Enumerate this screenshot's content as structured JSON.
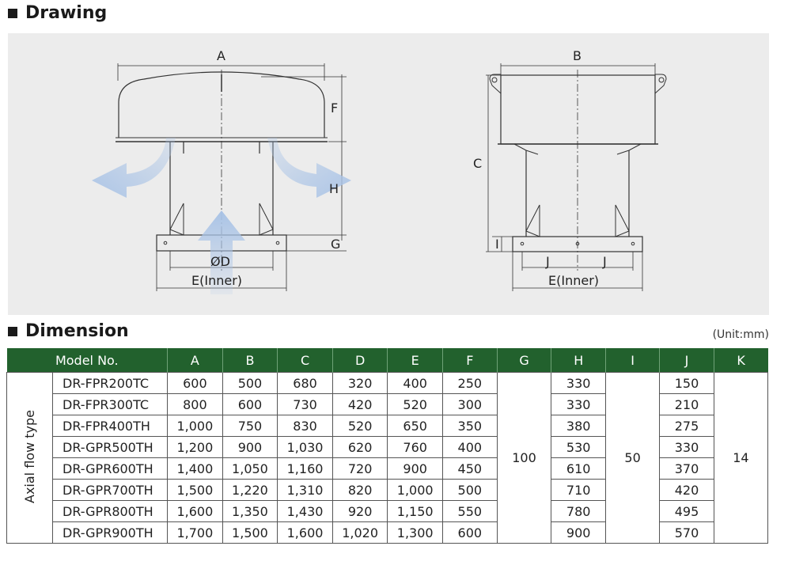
{
  "drawing": {
    "title": "Drawing",
    "labels": {
      "A": "A",
      "F": "F",
      "H": "H",
      "G": "G",
      "D": "ØD",
      "E1": "E(Inner)",
      "B": "B",
      "C": "C",
      "I": "I",
      "J1": "J",
      "J2": "J",
      "E2": "E(Inner)"
    }
  },
  "dimension": {
    "title": "Dimension",
    "unit": "(Unit:mm)",
    "group_label": "Axial flow type",
    "headers": [
      "Model No.",
      "A",
      "B",
      "C",
      "D",
      "E",
      "F",
      "G",
      "H",
      "I",
      "J",
      "K"
    ],
    "shared": {
      "G": "100",
      "I": "50",
      "K": "14"
    },
    "rows": [
      {
        "model": "DR-FPR200TC",
        "A": "600",
        "B": "500",
        "C": "680",
        "D": "320",
        "E": "400",
        "F": "250",
        "H": "330",
        "J": "150"
      },
      {
        "model": "DR-FPR300TC",
        "A": "800",
        "B": "600",
        "C": "730",
        "D": "420",
        "E": "520",
        "F": "300",
        "H": "330",
        "J": "210"
      },
      {
        "model": "DR-FPR400TH",
        "A": "1,000",
        "B": "750",
        "C": "830",
        "D": "520",
        "E": "650",
        "F": "350",
        "H": "380",
        "J": "275"
      },
      {
        "model": "DR-GPR500TH",
        "A": "1,200",
        "B": "900",
        "C": "1,030",
        "D": "620",
        "E": "760",
        "F": "400",
        "H": "530",
        "J": "330"
      },
      {
        "model": "DR-GPR600TH",
        "A": "1,400",
        "B": "1,050",
        "C": "1,160",
        "D": "720",
        "E": "900",
        "F": "450",
        "H": "610",
        "J": "370"
      },
      {
        "model": "DR-GPR700TH",
        "A": "1,500",
        "B": "1,220",
        "C": "1,310",
        "D": "820",
        "E": "1,000",
        "F": "500",
        "H": "710",
        "J": "420"
      },
      {
        "model": "DR-GPR800TH",
        "A": "1,600",
        "B": "1,350",
        "C": "1,430",
        "D": "920",
        "E": "1,150",
        "F": "550",
        "H": "780",
        "J": "495"
      },
      {
        "model": "DR-GPR900TH",
        "A": "1,700",
        "B": "1,500",
        "C": "1,600",
        "D": "1,020",
        "E": "1,300",
        "F": "600",
        "H": "900",
        "J": "570"
      }
    ]
  },
  "colors": {
    "header_bg": "#22612d",
    "panel_bg": "#ececec",
    "arrow": "#a9c3e6"
  }
}
